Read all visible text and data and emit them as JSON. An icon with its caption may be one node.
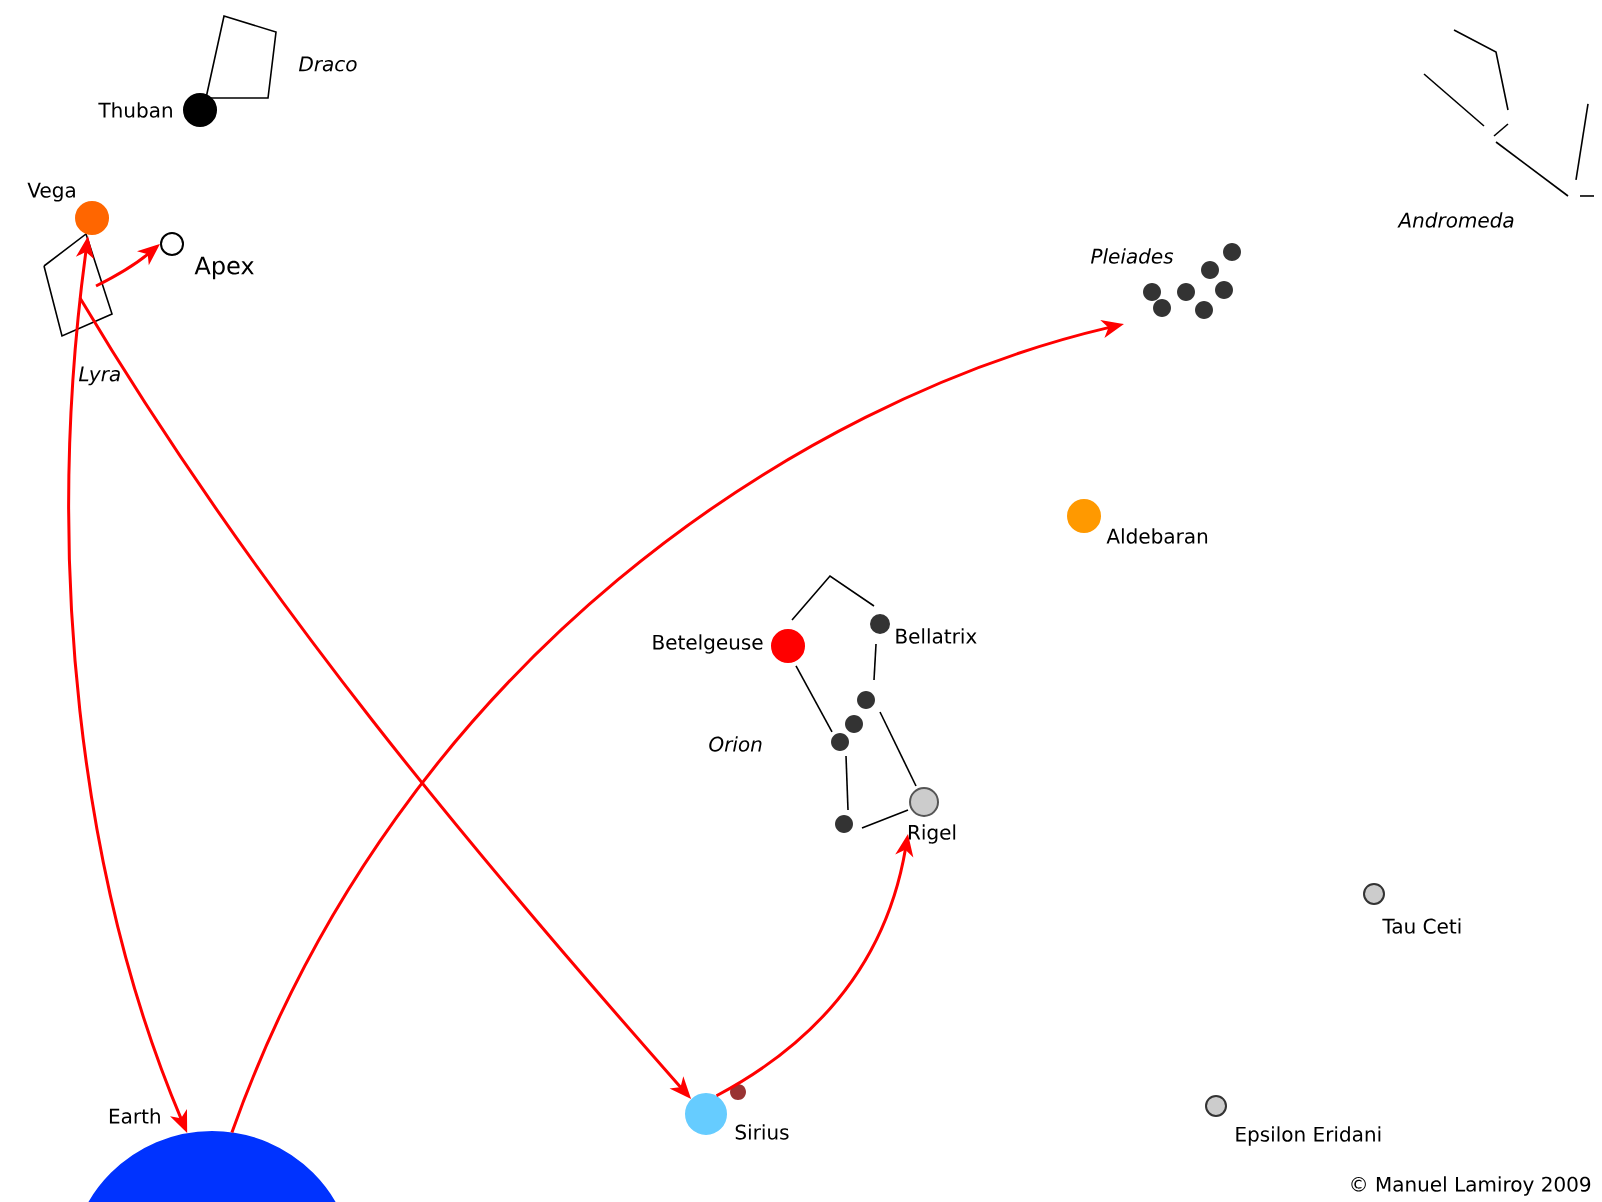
{
  "diagram": {
    "nodes": [
      {
        "text": [
          "Thuban"
        ]
      },
      {
        "text": [
          "Vega"
        ]
      },
      {
        "text": [
          "Apex"
        ]
      },
      {
        "text": [
          "Pleiades"
        ]
      },
      {
        "text": [
          "Aldebaran"
        ]
      },
      {
        "text": [
          "Betelgeuse"
        ]
      },
      {
        "text": [
          "Bellatrix"
        ]
      },
      {
        "text": [
          "Rigel"
        ]
      },
      {
        "text": [
          "Tau Ceti"
        ]
      },
      {
        "text": [
          "Earth"
        ]
      },
      {
        "text": [
          "Sirius"
        ]
      },
      {
        "text": [
          "Epsilon Eridani"
        ]
      }
    ],
    "edges": [
      {
        "from": 1,
        "to": 9,
        "arrow": "both"
      },
      {
        "from": 1,
        "to": 10,
        "arrow": "to"
      },
      {
        "from": 1,
        "to": 2,
        "arrow": "to"
      },
      {
        "from": 9,
        "to": 3,
        "arrow": "to"
      },
      {
        "from": 10,
        "to": 7,
        "arrow": "to"
      }
    ],
    "labels": [
      "Draco",
      "Andromeda",
      "Lyra",
      "Orion",
      "© Manuel Lamiroy 2009"
    ]
  }
}
